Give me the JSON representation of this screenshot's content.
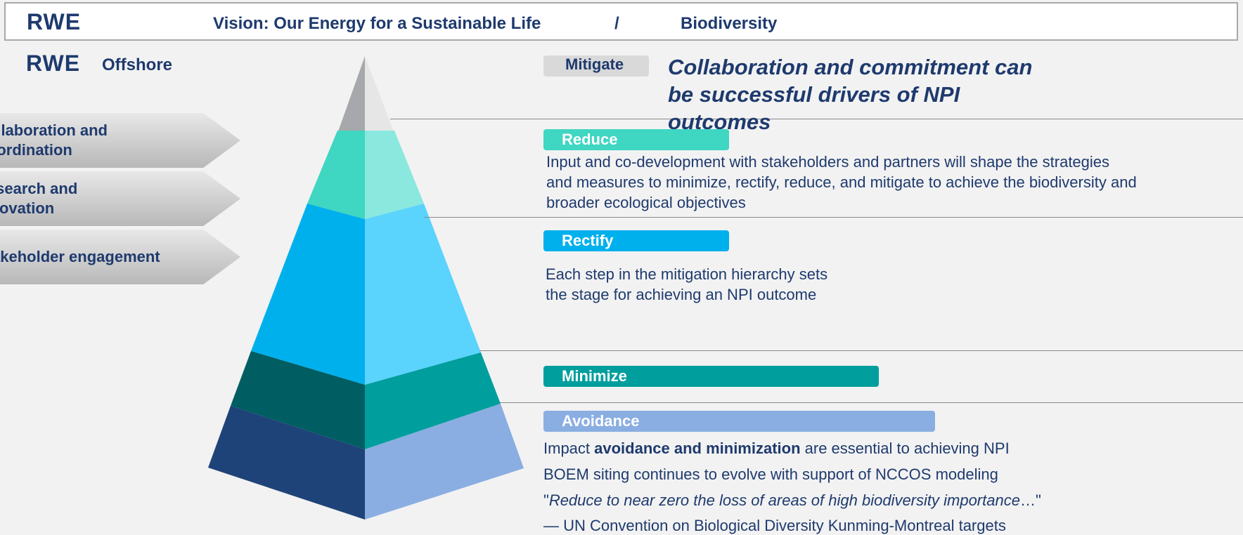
{
  "header": {
    "logo": "RWE",
    "vision": "Vision: Our Energy for a Sustainable Life",
    "separator": "/",
    "topic": "Biodiversity"
  },
  "brand": {
    "logo": "RWE",
    "division": "Offshore"
  },
  "drivers": [
    {
      "label": "Collaboration and\nCoordination"
    },
    {
      "label": "Research and\nInnovation"
    },
    {
      "label": "Stakeholder engagement"
    }
  ],
  "headline": "Collaboration and commitment can be successful drivers of NPI outcomes",
  "levels": {
    "mitigate": {
      "label": "Mitigate"
    },
    "reduce": {
      "label": "Reduce",
      "text": [
        "Input and co-development with stakeholders and partners will shape the strategies",
        "and measures to minimize, rectify, reduce, and mitigate to achieve the biodiversity and",
        "broader ecological objectives"
      ]
    },
    "rectify": {
      "label": "Rectify",
      "text": [
        "Each step in the mitigation hierarchy sets",
        "the stage for achieving an NPI outcome"
      ]
    },
    "minimize": {
      "label": "Minimize"
    },
    "avoidance": {
      "label": "Avoidance",
      "line1": {
        "pre": "Impact ",
        "bold": "avoidance and minimization",
        "post": " are essential to achieving NPI"
      },
      "line2": "BOEM siting continues to evolve with support of NCCOS modeling",
      "quote": {
        "open": "\"",
        "italic": "Reduce to near zero the loss of areas of high biodiversity importance",
        "close": "…\""
      },
      "attribution": "— UN Convention on Biological Diversity Kunming-Montreal targets"
    }
  },
  "colors": {
    "navy": "#1e3a6e",
    "mitigate": "#d9d9d9",
    "reduce": "#3fd6c2",
    "rectify": "#00b0ec",
    "minimize": "#009e9d",
    "avoidance": "#8aaee2"
  }
}
